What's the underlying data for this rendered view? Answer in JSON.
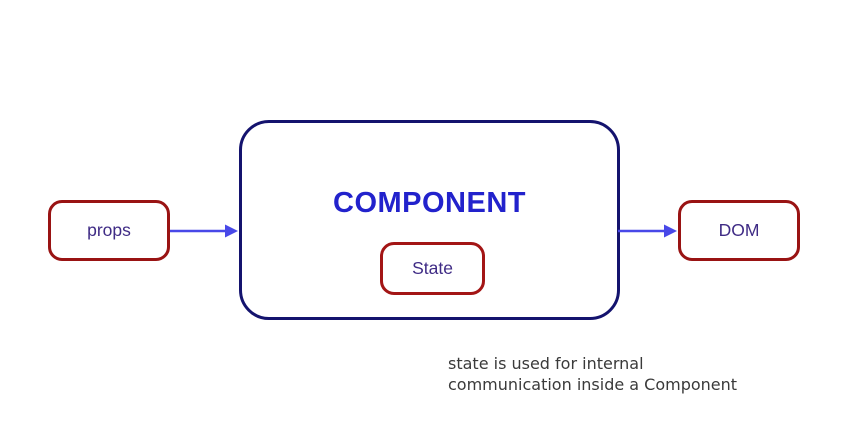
{
  "diagram": {
    "props_label": "props",
    "component_label": "COMPONENT",
    "state_label": "State",
    "dom_label": "DOM"
  },
  "caption": {
    "line1": "state is used for internal",
    "line2": "communication inside a Component"
  },
  "colors": {
    "red_box_border": "#991313",
    "state_box_border": "#a31515",
    "component_box_border": "#14136e",
    "component_title_text": "#2222cc",
    "box_label_text": "#3f2b85",
    "arrow": "#4848e8",
    "caption_text": "#3a3a3a",
    "background": "#ffffff"
  },
  "icons": {
    "arrow_right_1": "right-arrow-icon",
    "arrow_right_2": "right-arrow-icon"
  }
}
